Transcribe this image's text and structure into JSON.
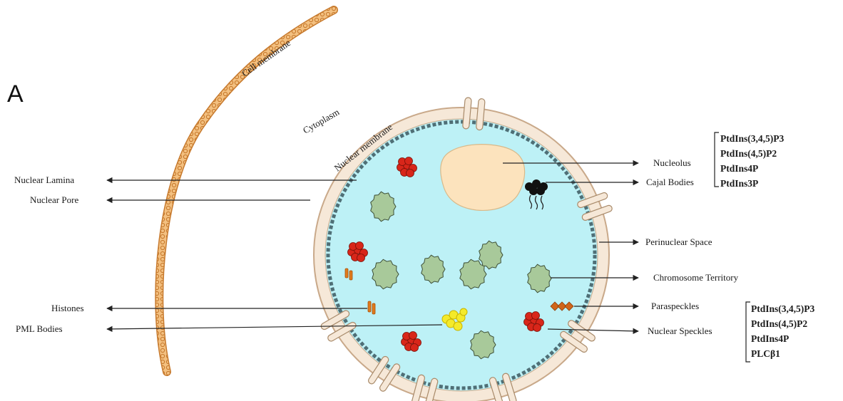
{
  "panel_letter": "A",
  "labels": {
    "cell_membrane": "Cell membrane",
    "cytoplasm": "Cytoplasm",
    "nuclear_membrane": "Nuclear membrane",
    "nuclear_lamina": "Nuclear Lamina",
    "nuclear_pore": "Nuclear Pore",
    "histones": "Histones",
    "pml_bodies": "PML Bodies",
    "nucleolus": "Nucleolus",
    "cajal_bodies": "Cajal Bodies",
    "perinuclear_space": "Perinuclear Space",
    "chromosome_territory": "Chromosome Territory",
    "paraspeckles": "Paraspeckles",
    "nuclear_speckles": "Nuclear Speckles"
  },
  "lipid_lists": {
    "nucleolus": [
      "PtdIns(3,4,5)P3",
      "PtdIns(4,5)P2",
      "PtdIns4P",
      "PtdIns3P"
    ],
    "speckles": [
      "PtdIns(3,4,5)P3",
      "PtdIns(4,5)P2",
      "PtdIns4P",
      "PLCβ1"
    ]
  },
  "colors": {
    "cell_membrane": "#e8a85a",
    "nuclear_envelope": "#f6e8d8",
    "nucleoplasm": "#bdf1f6",
    "chromatin": "#a8c99a",
    "nucleolus": "#fce3bd",
    "speckles": "#d8261a",
    "pml": "#f4ea2a",
    "histones": "#e07a1c",
    "cajal": "#111111",
    "lamina": "#4f6f76"
  }
}
